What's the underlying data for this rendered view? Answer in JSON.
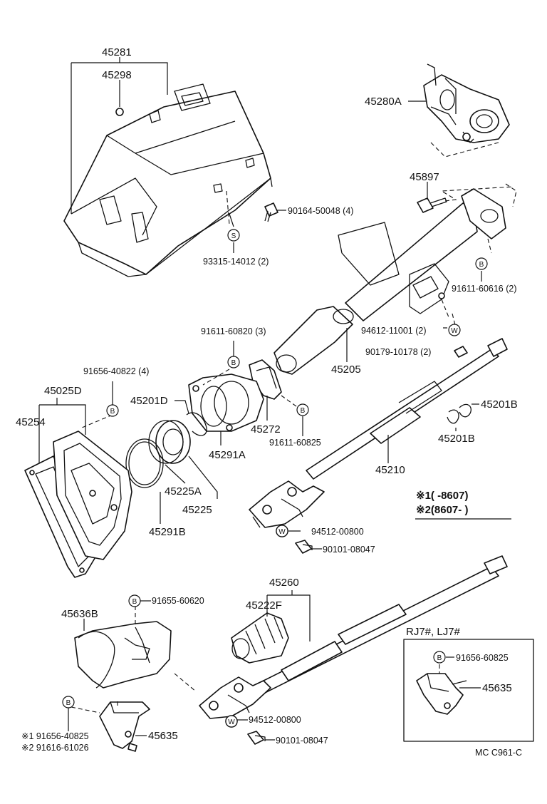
{
  "doc_code": "MC  C961-C",
  "legend": {
    "row1": "※1(      -8607)",
    "row2": "※2(8607-       )"
  },
  "inset": {
    "title": "RJ7#, LJ7#"
  },
  "labels": {
    "p45281": "45281",
    "p45298": "45298",
    "p45280A": "45280A",
    "p45897": "45897",
    "p90164": "90164-50048 (4)",
    "p93315": "93315-14012 (2)",
    "p91611_60616": "91611-60616 (2)",
    "p94612": "94612-11001 (2)",
    "p90179": "90179-10178 (2)",
    "p91611_60820": "91611-60820 (3)",
    "p45205": "45205",
    "p91656_40822": "91656-40822 (4)",
    "p45025D": "45025D",
    "p45254": "45254",
    "p45201D": "45201D",
    "p45272": "45272",
    "p91611_60825": "91611-60825",
    "p45291A": "45291A",
    "p45201B_1": "45201B",
    "p45201B_2": "45201B",
    "p45210": "45210",
    "p45225A": "45225A",
    "p45225": "45225",
    "p45291B": "45291B",
    "p94512_a": "94512-00800",
    "p90101_a": "90101-08047",
    "p45260": "45260",
    "p45222F": "45222F",
    "p91655": "91655-60620",
    "p45636B": "45636B",
    "p91656_60825": "91656-60825",
    "p45635_inset": "45635",
    "p94512_b": "94512-00800",
    "p90101_b": "90101-08047",
    "p45635": "45635",
    "p91656_40825": "※1 91656-40825",
    "p91616": "※2 91616-61026"
  },
  "badges": {
    "s": "S",
    "b": "B",
    "w": "W"
  },
  "icons": [
    "steering-column-cover",
    "ignition-lock-housing",
    "column-tube",
    "steering-shaft",
    "universal-joint",
    "boot",
    "bolt",
    "washer",
    "snap-ring",
    "clamp",
    "gasket",
    "bracket"
  ]
}
